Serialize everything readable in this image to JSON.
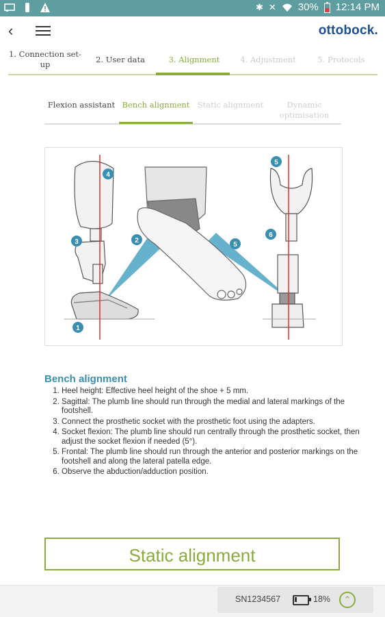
{
  "status": {
    "battery": "30%",
    "time": "12:14 PM"
  },
  "app": {
    "logo": "ottobock."
  },
  "steps": [
    {
      "label": "1. Connection set-up",
      "state": "normal"
    },
    {
      "label": "2. User data",
      "state": "normal"
    },
    {
      "label": "3. Alignment",
      "state": "active"
    },
    {
      "label": "4. Adjustment",
      "state": "disabled"
    },
    {
      "label": "5. Protocols",
      "state": "disabled"
    }
  ],
  "subtabs": [
    {
      "label": "Flexion assistant",
      "state": "normal"
    },
    {
      "label": "Bench alignment",
      "state": "active"
    },
    {
      "label": "Static alignment",
      "state": "disabled"
    },
    {
      "label": "Dynamic optimisation",
      "state": "disabled"
    }
  ],
  "illustration": {
    "markers": [
      "1",
      "2",
      "3",
      "4",
      "5",
      "6"
    ]
  },
  "instructions": {
    "heading": "Bench alignment",
    "items": [
      "Heel height: Effective heel height of the shoe + 5 mm.",
      "Sagittal: The plumb line should run through the medial and lateral markings of the footshell.",
      "Connect the prosthetic socket with the prosthetic foot using the adapters.",
      "Socket flexion: The plumb line should run centrally through the prosthetic socket, then adjust the socket flexion if needed (5°).",
      "Frontal: The plumb line should run through the anterior and posterior markings on the footshell and along the lateral patella edge.",
      "Observe the abduction/adduction position."
    ]
  },
  "button": {
    "label": "Static alignment"
  },
  "device": {
    "serial": "SN1234567",
    "battery_pct": "18%",
    "battery_fraction": 0.18
  },
  "colors": {
    "accent": "#8aab3c",
    "statusbar": "#5f9ea0",
    "heading": "#3a8fb0",
    "illustration_blue": "#4ba3c3",
    "plumb_line": "#e0302a"
  }
}
